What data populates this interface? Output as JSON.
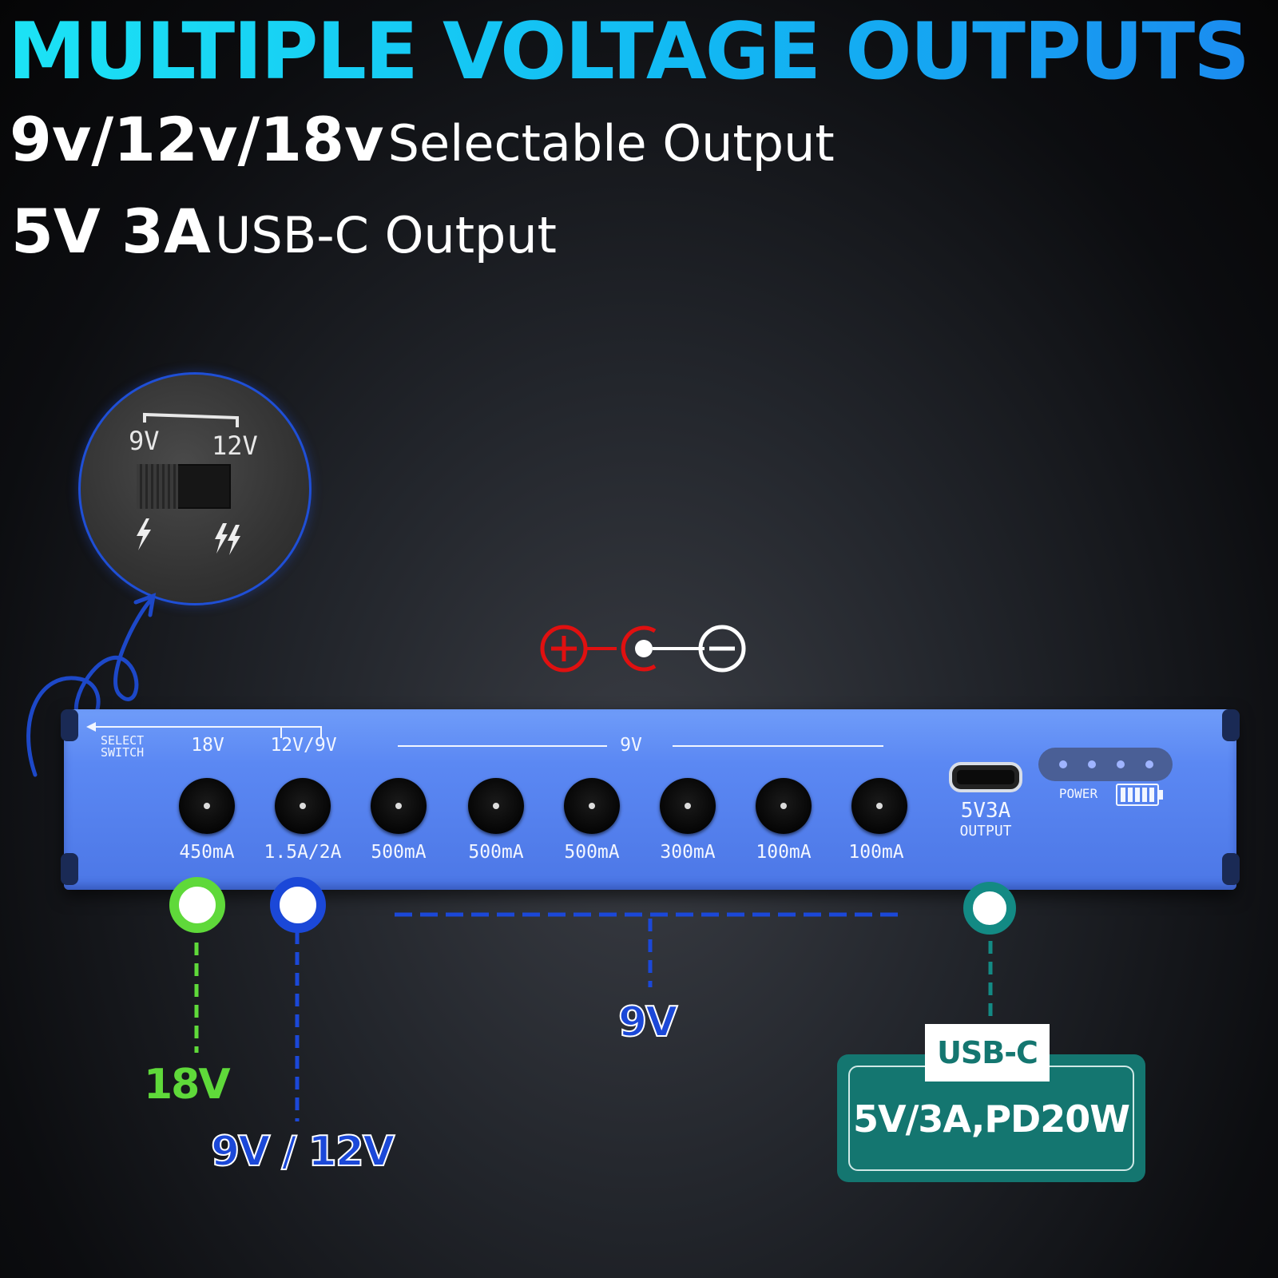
{
  "heading": {
    "title": "MULTIPLE VOLTAGE OUTPUTS",
    "line2_bold": "9v/12v/18v",
    "line2_text": "Selectable Output",
    "line3_bold": "5V 3A",
    "line3_text": "USB-C Output"
  },
  "switch_zoom": {
    "left_label": "9V",
    "right_label": "12V"
  },
  "device": {
    "select_switch": "SELECT\nSWITCH",
    "group_18v": "18V",
    "group_12v9v": "12V/9V",
    "group_9v": "9V",
    "ports": [
      "450mA",
      "1.5A/2A",
      "500mA",
      "500mA",
      "500mA",
      "300mA",
      "100mA",
      "100mA"
    ],
    "usb_label_1": "5V3A",
    "usb_label_2": "OUTPUT",
    "power_label": "POWER"
  },
  "callouts": {
    "label_18v": "18V",
    "label_9v_12v": "9V / 12V",
    "label_9v": "9V",
    "usb_tag": "USB-C",
    "usb_spec": "5V/3A,PD20W"
  },
  "colors": {
    "green": "#5fd93a",
    "blue": "#1b48d8",
    "teal": "#138a84",
    "red": "#e01010"
  },
  "polarity_icon": "center-negative-polarity-icon"
}
